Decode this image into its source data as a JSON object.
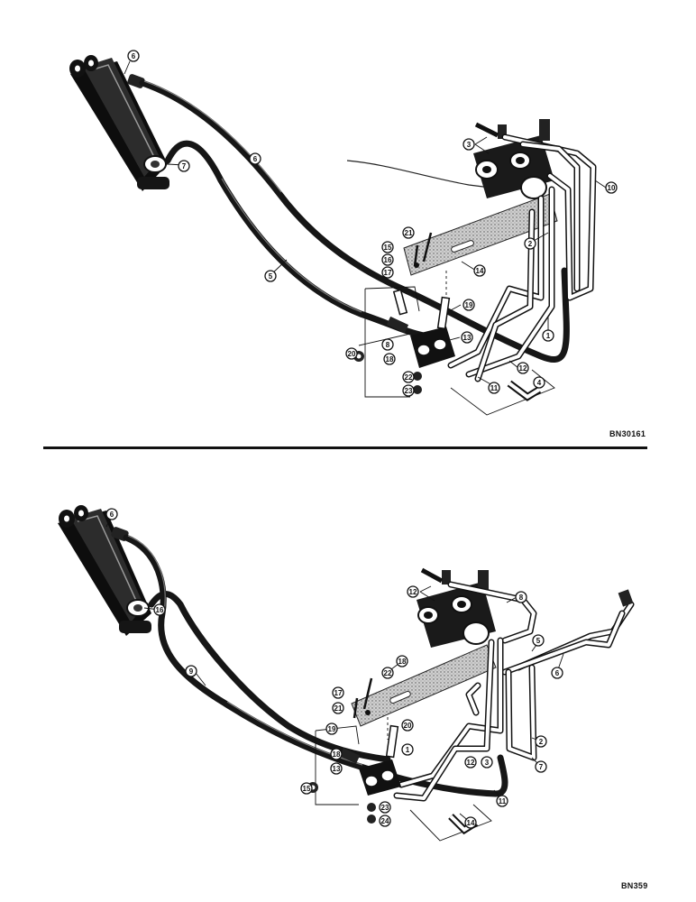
{
  "diagrams": [
    {
      "reference": "BN30161",
      "callouts": [
        "6",
        "7",
        "6",
        "5",
        "3",
        "10",
        "2",
        "21",
        "15",
        "16",
        "17",
        "14",
        "19",
        "20",
        "8",
        "18",
        "13",
        "1",
        "12",
        "22",
        "23",
        "11",
        "4"
      ]
    },
    {
      "reference": "BN359",
      "callouts": [
        "6",
        "16",
        "9",
        "12",
        "8",
        "5",
        "6",
        "18",
        "22",
        "17",
        "21",
        "19",
        "20",
        "1",
        "18",
        "13",
        "12",
        "3",
        "2",
        "7",
        "11",
        "23",
        "24",
        "15",
        "14"
      ]
    }
  ]
}
